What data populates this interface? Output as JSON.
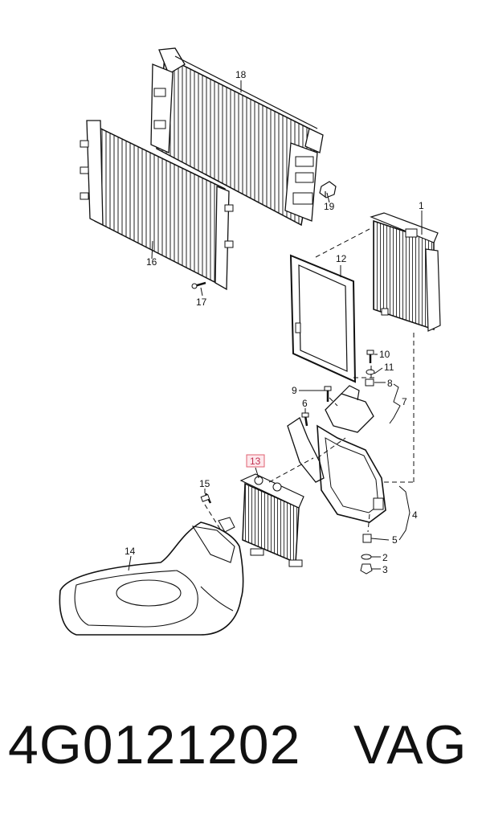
{
  "callouts": {
    "c1": "1",
    "c2": "2",
    "c3": "3",
    "c4": "4",
    "c5": "5",
    "c6": "6",
    "c7": "7",
    "c8": "8",
    "c9": "9",
    "c10": "10",
    "c11": "11",
    "c12": "12",
    "c13": "13",
    "c14": "14",
    "c15": "15",
    "c16": "16",
    "c17": "17",
    "c18": "18",
    "c19": "19"
  },
  "highlight_color": "#e06070",
  "part_number": "4G0121202",
  "brand": "VAG"
}
